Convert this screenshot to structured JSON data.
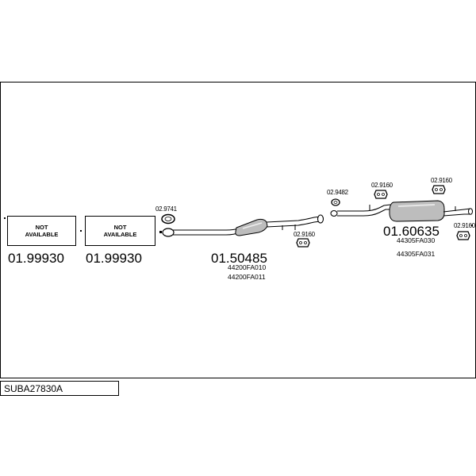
{
  "diagram_code": "SUBA27830A",
  "not_available_label": [
    "NOT",
    "AVAILABLE"
  ],
  "parts": {
    "front_section_1": {
      "number": "01.99930",
      "status": [
        "NOT",
        "AVAILABLE"
      ]
    },
    "front_section_2": {
      "number": "01.99930",
      "status": [
        "NOT",
        "AVAILABLE"
      ]
    },
    "middle_silencer": {
      "number": "01.50485",
      "oem": [
        "44200FA010",
        "44200FA011"
      ]
    },
    "rear_silencer": {
      "number": "01.60635",
      "oem": [
        "44305FA030",
        "44305FA031"
      ]
    }
  },
  "fittings": {
    "gasket_front": "02.9741",
    "hanger_mid": "02.9160",
    "gasket_mid": "02.9482",
    "hanger_rear_1": "02.9160",
    "hanger_rear_2": "02.9160",
    "hanger_tail": "02.9160"
  }
}
